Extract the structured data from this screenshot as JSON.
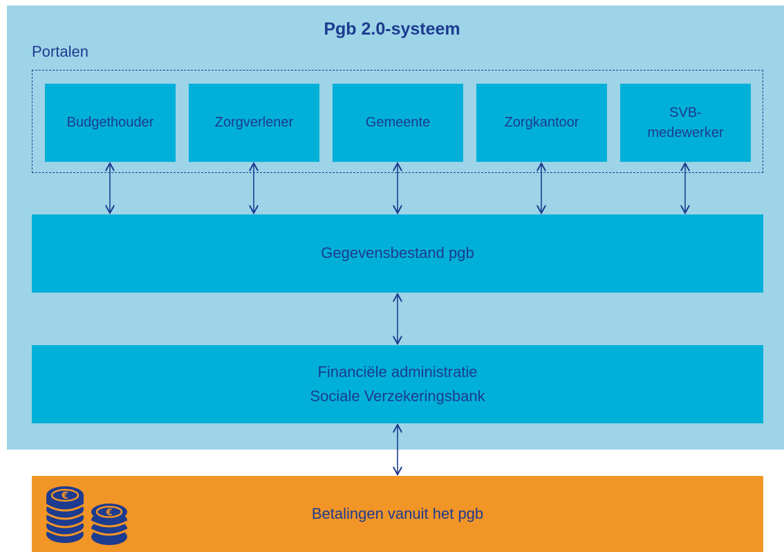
{
  "system": {
    "title": "Pgb 2.0-systeem",
    "portals_label": "Portalen",
    "portals": [
      {
        "label": "Budgethouder"
      },
      {
        "label": "Zorgverlener"
      },
      {
        "label": "Gemeente"
      },
      {
        "label": "Zorgkantoor"
      },
      {
        "label": "SVB-\nmedewerker"
      }
    ],
    "database": "Gegevensbestand pgb",
    "finance": "Financiële administratie\nSociale Verzekeringsbank"
  },
  "payments": {
    "label": "Betalingen vanuit het pgb",
    "icon": "euro-coins-icon"
  },
  "colors": {
    "system_background": "#9dd4e8",
    "box": "#00b0d8",
    "payments": "#f29527",
    "text_and_lines": "#1d3b8f"
  }
}
